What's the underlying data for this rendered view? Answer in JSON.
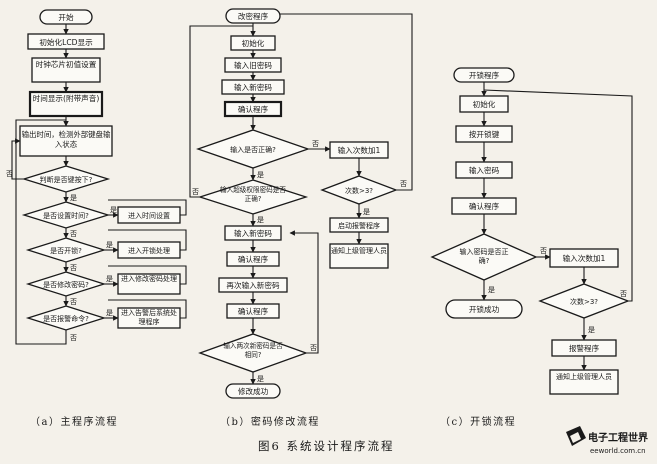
{
  "diagram_a": {
    "start": "开始",
    "init_lcd": "初始化LCD显示",
    "set_clock": "时钟芯片初值设置",
    "show_time": "时间显示(附带声音)",
    "scan_keys": "输出时间，检测外部键盘输入状态",
    "q_key": "判断是否键按下?",
    "q_time": "是否设置时间?",
    "do_time": "进入时间设置",
    "q_unlock": "是否开锁?",
    "do_unlock": "进入开锁处理",
    "q_pwd": "是否修改密码?",
    "do_pwd": "进入修改密码处理",
    "q_alarm": "是否报警命令?",
    "do_alarm": "进入告警后系统处理程序",
    "caption": "（a）主程序流程"
  },
  "diagram_b": {
    "start": "改密程序",
    "init": "初始化",
    "input_old": "输入旧密码",
    "input_new": "输入新密码",
    "confirm": "确认程序",
    "q_correct": "输入是否正确?",
    "input_count": "输入次数加1",
    "q_count": "次数>3?",
    "q_auth": "输入超级权限密码是否正确?",
    "alarm": "启动报警程序",
    "notify": "通知上级管理人员",
    "new_pwd": "输入新密码",
    "confirm2": "确认程序",
    "input_new2": "再次输入新密码",
    "confirm3": "确认程序",
    "q_same": "输入两次新密码是否相同?",
    "done": "修改成功",
    "caption": "（b）密码修改流程"
  },
  "diagram_c": {
    "start": "开锁程序",
    "init": "初始化",
    "key_press": "按开锁键",
    "input_pwd": "输入密码",
    "confirm": "确认程序",
    "q_correct": "输入密码是否正确?",
    "input_count": "输入次数加1",
    "q_count": "次数>3?",
    "alarm": "报警程序",
    "notify": "通知上级管理人员",
    "success": "开锁成功",
    "caption": "（c）开锁流程"
  },
  "labels": {
    "yes": "是",
    "no": "否"
  },
  "figure_caption": "图6  系统设计程序流程",
  "watermark": {
    "title": "电子工程世界",
    "url": "eeworld.com.cn"
  }
}
